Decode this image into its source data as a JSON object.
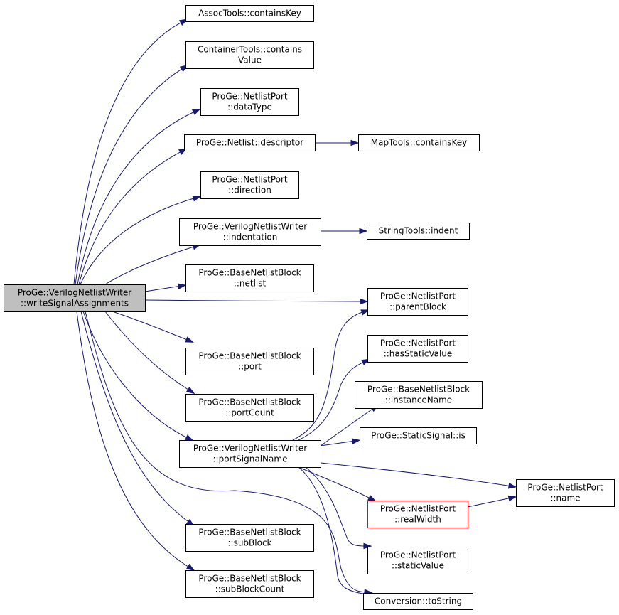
{
  "nodes": [
    {
      "id": "root",
      "lines": [
        "ProGe::VerilogNetlistWriter",
        "::writeSignalAssignments"
      ]
    },
    {
      "id": "assoc",
      "lines": [
        "AssocTools::containsKey"
      ]
    },
    {
      "id": "containerValue",
      "lines": [
        "ContainerTools::contains",
        "Value"
      ]
    },
    {
      "id": "dataType",
      "lines": [
        "ProGe::NetlistPort",
        "::dataType"
      ]
    },
    {
      "id": "descriptor",
      "lines": [
        "ProGe::Netlist::descriptor"
      ]
    },
    {
      "id": "mapKey",
      "lines": [
        "MapTools::containsKey"
      ]
    },
    {
      "id": "direction",
      "lines": [
        "ProGe::NetlistPort",
        "::direction"
      ]
    },
    {
      "id": "indentation",
      "lines": [
        "ProGe::VerilogNetlistWriter",
        "::indentation"
      ]
    },
    {
      "id": "indent",
      "lines": [
        "StringTools::indent"
      ]
    },
    {
      "id": "netlist",
      "lines": [
        "ProGe::BaseNetlistBlock",
        "::netlist"
      ]
    },
    {
      "id": "parentBlock",
      "lines": [
        "ProGe::NetlistPort",
        "::parentBlock"
      ]
    },
    {
      "id": "hasStatic",
      "lines": [
        "ProGe::NetlistPort",
        "::hasStaticValue"
      ]
    },
    {
      "id": "port",
      "lines": [
        "ProGe::BaseNetlistBlock",
        "::port"
      ]
    },
    {
      "id": "instanceName",
      "lines": [
        "ProGe::BaseNetlistBlock",
        "::instanceName"
      ]
    },
    {
      "id": "portCount",
      "lines": [
        "ProGe::BaseNetlistBlock",
        "::portCount"
      ]
    },
    {
      "id": "staticIs",
      "lines": [
        "ProGe::StaticSignal::is"
      ]
    },
    {
      "id": "portSignalName",
      "lines": [
        "ProGe::VerilogNetlistWriter",
        "::portSignalName"
      ]
    },
    {
      "id": "name",
      "lines": [
        "ProGe::NetlistPort",
        "::name"
      ]
    },
    {
      "id": "realWidth",
      "lines": [
        "ProGe::NetlistPort",
        "::realWidth"
      ]
    },
    {
      "id": "subBlock",
      "lines": [
        "ProGe::BaseNetlistBlock",
        "::subBlock"
      ]
    },
    {
      "id": "staticValue",
      "lines": [
        "ProGe::NetlistPort",
        "::staticValue"
      ]
    },
    {
      "id": "subBlockCount",
      "lines": [
        "ProGe::BaseNetlistBlock",
        "::subBlockCount"
      ]
    },
    {
      "id": "toString",
      "lines": [
        "Conversion::toString"
      ]
    }
  ],
  "edges": [
    [
      "root",
      "assoc"
    ],
    [
      "root",
      "containerValue"
    ],
    [
      "root",
      "dataType"
    ],
    [
      "root",
      "descriptor"
    ],
    [
      "descriptor",
      "mapKey"
    ],
    [
      "root",
      "direction"
    ],
    [
      "root",
      "indentation"
    ],
    [
      "indentation",
      "indent"
    ],
    [
      "root",
      "netlist"
    ],
    [
      "root",
      "parentBlock"
    ],
    [
      "root",
      "port"
    ],
    [
      "root",
      "portCount"
    ],
    [
      "root",
      "portSignalName"
    ],
    [
      "root",
      "subBlock"
    ],
    [
      "root",
      "subBlockCount"
    ],
    [
      "root",
      "toString"
    ],
    [
      "portSignalName",
      "parentBlock"
    ],
    [
      "portSignalName",
      "hasStatic"
    ],
    [
      "portSignalName",
      "instanceName"
    ],
    [
      "portSignalName",
      "staticIs"
    ],
    [
      "portSignalName",
      "name"
    ],
    [
      "portSignalName",
      "realWidth"
    ],
    [
      "portSignalName",
      "staticValue"
    ],
    [
      "portSignalName",
      "toString"
    ],
    [
      "realWidth",
      "name"
    ]
  ]
}
